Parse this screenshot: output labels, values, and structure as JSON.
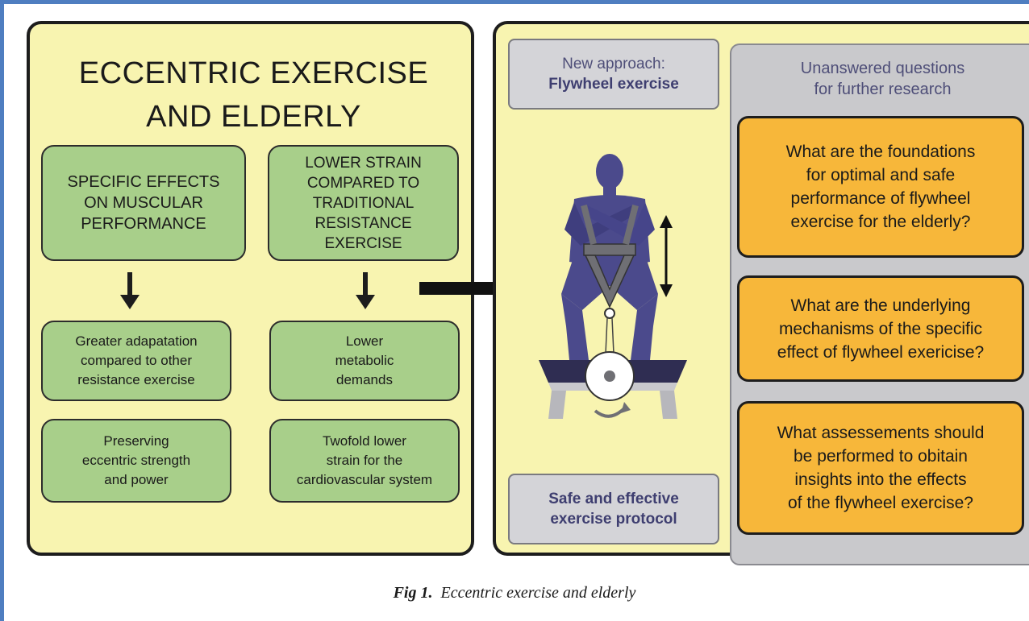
{
  "left_panel": {
    "title": "ECCENTRIC EXERCISE\nAND ELDERLY",
    "specific_effects": "SPECIFIC EFFECTS\nON MUSCULAR\nPERFORMANCE",
    "lower_strain": "LOWER STRAIN\nCOMPARED TO\nTRADITIONAL\nRESISTANCE\nEXERCISE",
    "greater_adaptation": "Greater adapatation\ncompared to other\nresistance exercise",
    "lower_metabolic": "Lower\nmetabolic\ndemands",
    "preserving": "Preserving\neccentric strength\nand power",
    "twofold": "Twofold lower\nstrain for the\ncardiovascular system"
  },
  "right_panel": {
    "new_approach_label": "New approach:",
    "new_approach_value": "Flywheel exercise",
    "protocol": "Safe and effective\nexercise protocol",
    "questions_title": "Unanswered questions\nfor further research",
    "questions": [
      "What are the foundations\nfor optimal and safe\nperformance of flywheel\nexercise for the elderly?",
      "What are the underlying\nmechanisms of the specific\neffect of flywheel exericise?",
      "What assessements should\nbe performed to obitain\ninsights into the effects\nof the flywheel exercise?"
    ]
  },
  "figure": {
    "caption_label": "Fig 1.",
    "caption_text": "Eccentric exercise and elderly"
  },
  "colors": {
    "panel_yellow": "#f8f4b0",
    "green_box": "#a8cf8a",
    "orange_box": "#f7b73a",
    "figure_purple": "#4b4a8c",
    "frame_blue": "#4f7ec0"
  }
}
